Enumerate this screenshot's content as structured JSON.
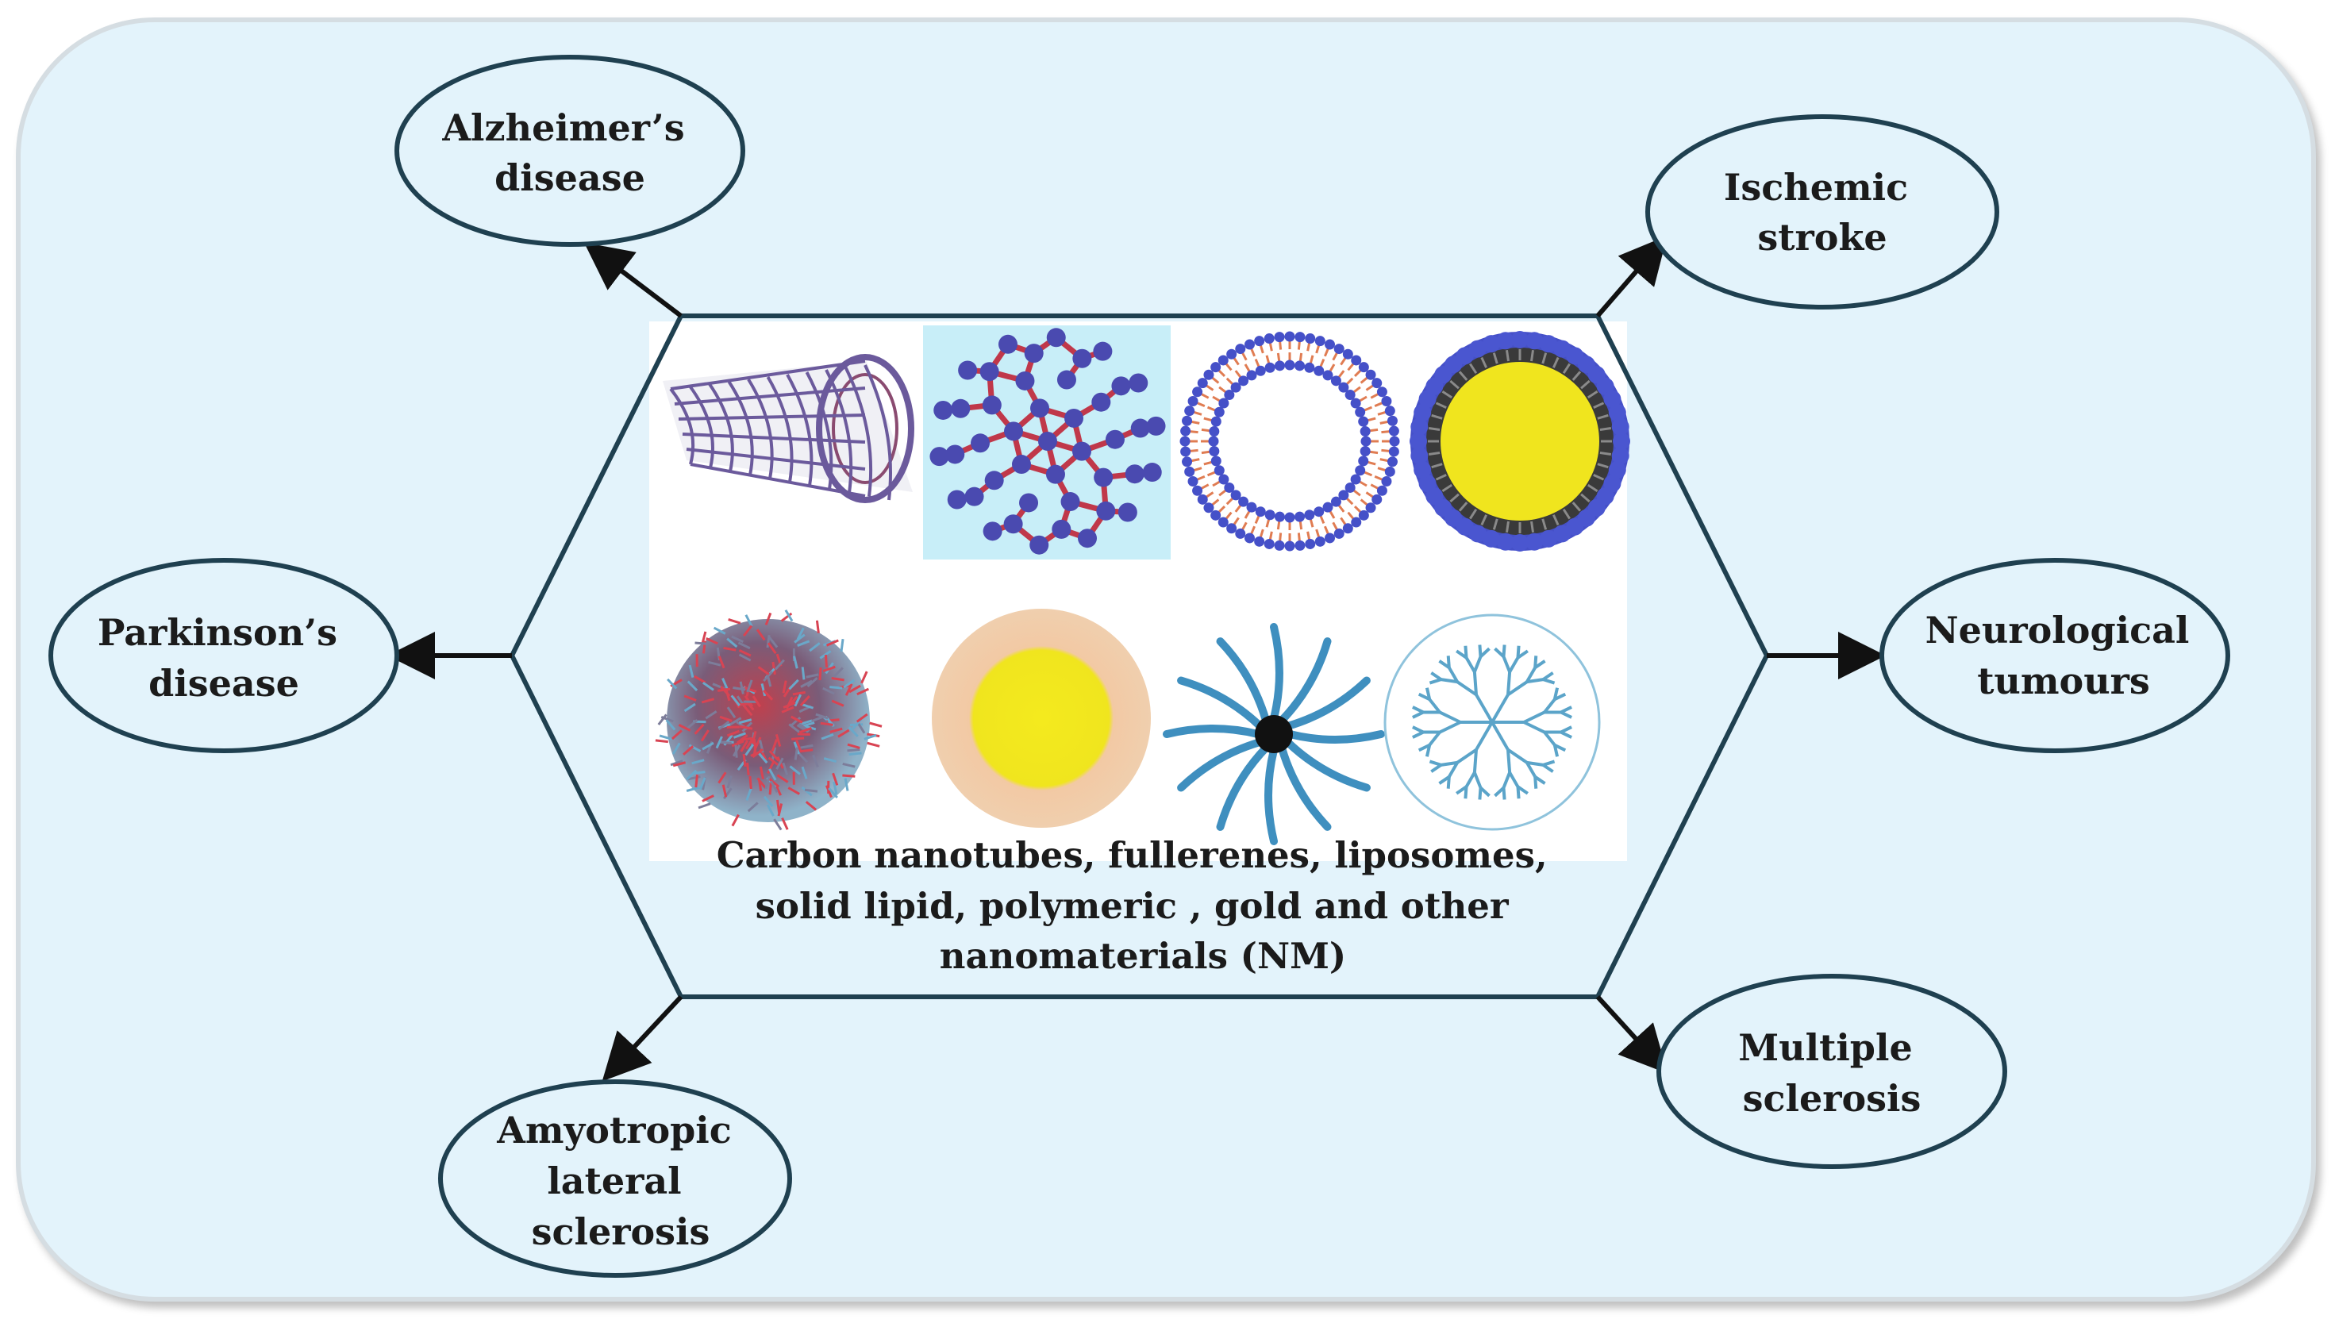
{
  "colors": {
    "background": "#e3f3fb",
    "outline": "#1f4050",
    "arrow": "#111111",
    "gold_core": "#f0e51e",
    "lipid_head": "#4550c8",
    "tube": "#6b5a9c"
  },
  "center": {
    "caption_lines": [
      "Carbon nanotubes, fullerenes, liposomes,",
      "solid lipid, polymeric , gold and other",
      "nanomaterials (NM)"
    ],
    "images": [
      {
        "icon": "carbon-nanotube-icon"
      },
      {
        "icon": "fullerene-icon"
      },
      {
        "icon": "liposome-icon"
      },
      {
        "icon": "solid-lipid-nanoparticle-icon"
      },
      {
        "icon": "polymeric-nanoparticle-icon"
      },
      {
        "icon": "gold-nanoparticle-icon"
      },
      {
        "icon": "micelle-icon"
      },
      {
        "icon": "dendrimer-icon"
      }
    ]
  },
  "diseases": [
    {
      "id": "alzheimers",
      "lines": [
        "Alzheimer’s",
        "disease"
      ]
    },
    {
      "id": "ischemic-stroke",
      "lines": [
        "Ischemic",
        "stroke"
      ]
    },
    {
      "id": "parkinsons",
      "lines": [
        "Parkinson’s",
        "disease"
      ]
    },
    {
      "id": "neurological-tumours",
      "lines": [
        "Neurological",
        "tumours"
      ]
    },
    {
      "id": "als",
      "lines": [
        "Amyotropic",
        "lateral",
        "sclerosis"
      ]
    },
    {
      "id": "multiple-sclerosis",
      "lines": [
        "Multiple",
        "sclerosis"
      ]
    }
  ]
}
